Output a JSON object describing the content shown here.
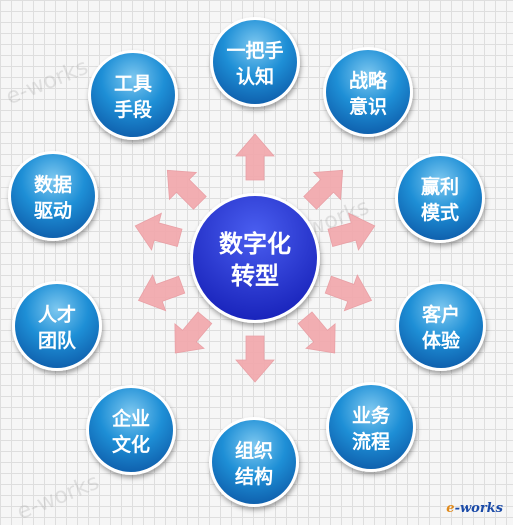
{
  "center": {
    "line1": "数字化",
    "line2": "转型"
  },
  "nodes": [
    {
      "id": "yibashou",
      "line1": "一把手",
      "line2": "认知"
    },
    {
      "id": "zhanlue",
      "line1": "战略",
      "line2": "意识"
    },
    {
      "id": "yingli",
      "line1": "赢利",
      "line2": "模式"
    },
    {
      "id": "kehu",
      "line1": "客户",
      "line2": "体验"
    },
    {
      "id": "yewu",
      "line1": "业务",
      "line2": "流程"
    },
    {
      "id": "zuzhi",
      "line1": "组织",
      "line2": "结构"
    },
    {
      "id": "qiye",
      "line1": "企业",
      "line2": "文化"
    },
    {
      "id": "rencai",
      "line1": "人才",
      "line2": "团队"
    },
    {
      "id": "shuju",
      "line1": "数据",
      "line2": "驱动"
    },
    {
      "id": "gongju",
      "line1": "工具",
      "line2": "手段"
    }
  ],
  "watermarks": [
    "e-works",
    "e-works",
    "e-works"
  ],
  "logo_text": "e-works",
  "colors": {
    "arrow": "#f2a8ad",
    "node_light": "#7ec8f0",
    "node_mid": "#1e8fd6",
    "node_dark": "#0d5aa8",
    "center_light": "#4a5ef0",
    "center_dark": "#1620b8",
    "logo_e": "#e08a1c",
    "logo_works": "#1a4aa8"
  }
}
